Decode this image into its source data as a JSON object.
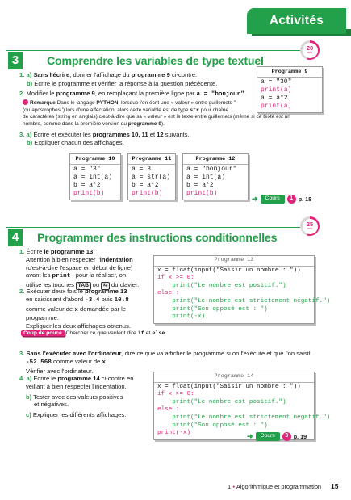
{
  "header": {
    "tab_label": "Activités"
  },
  "timers": [
    {
      "value": "20",
      "unit": "min"
    },
    {
      "value": "25",
      "unit": "min"
    }
  ],
  "section3": {
    "number": "3",
    "title": "Comprendre les variables de type textuel",
    "q1_num": "1.",
    "q1a_letter": "a)",
    "q1a_pre": "Sans l'écrire",
    "q1a_mid": ", donner l'affichage du ",
    "q1a_prog": "programme 9",
    "q1a_post": " ci-contre.",
    "q1b_letter": "b)",
    "q1b_text": "Écrire le programme et vérifier la réponse à la question précédente.",
    "q2_num": "2.",
    "q2_pre": "Modifier le ",
    "q2_prog": "programme 9",
    "q2_mid": ", en remplaçant la première ligne par ",
    "q2_code": "a = \"bonjour\"",
    "q2_post": ".",
    "remarque_label": "Remarque",
    "remarque_l1_pre": "Dans le langage ",
    "remarque_l1_python": "PYTHON",
    "remarque_l1_post": ", lorsque l'on écrit une « valeur » entre guillemets \"",
    "remarque_l1_code": "str",
    "remarque_l1_end": " pour chaîne",
    "remarque_l2": "(ou apostrophes ') lors d'une affectation, alors cette variable est de type",
    "remarque_l3": "de caractères (string en anglais) c'est-à-dire que sa « valeur » est le texte entre guillemets (même si ce texte est un",
    "remarque_l4_pre": "nombre, comme dans la première version du ",
    "remarque_l4_prog": "programme 9",
    "remarque_l4_post": ").",
    "q3_num": "3.",
    "q3a_letter": "a)",
    "q3a_pre": "Écrire et exécuter les ",
    "q3a_progs": "programmes 10, 11",
    "q3a_and": " et ",
    "q3a_prog12": "12",
    "q3a_post": " suivants.",
    "q3b_letter": "b)",
    "q3b_text": "Expliquer chacun des affichages.",
    "cours_label": "Cours",
    "cours_num": "1",
    "cours_page": "p. 18"
  },
  "programme9": {
    "title": "Programme 9",
    "lines": [
      "a = \"30\"",
      "print(a)",
      "a = a*2",
      "print(a)"
    ]
  },
  "programme10": {
    "title": "Programme 10",
    "lines": [
      "a = \"3\"",
      "a = int(a)",
      "b = a*2",
      "print(b)"
    ]
  },
  "programme11": {
    "title": "Programme 11",
    "lines": [
      "a = 3",
      "a = str(a)",
      "b = a*2",
      "print(b)"
    ]
  },
  "programme12": {
    "title": "Programme 12",
    "lines": [
      "a = \"bonjour\"",
      "a = int(a)",
      "b = a*2",
      "print(b)"
    ]
  },
  "section4": {
    "number": "4",
    "title": "Programmer des instructions conditionnelles",
    "q1_num": "1.",
    "q1_l1_pre": "Écrire ",
    "q1_l1_prog": "le programme 13",
    "q1_l1_post": ".",
    "q1_l2_pre": "Attention à bien respecter l'",
    "q1_l2_bold": "indentation",
    "q1_l3": "(c'est-à-dire l'espace en début de ligne)",
    "q1_l4_pre": "avant les ",
    "q1_l4_code": "print",
    "q1_l4_post": " : pour la réaliser, on",
    "q1_l5_pre": "utilise les touches ",
    "q1_l5_key1": "TAB",
    "q1_l5_mid": " ou ",
    "q1_l5_key2": "⇆",
    "q1_l5_post": " du clavier.",
    "q2_num": "2.",
    "q2_l1_pre": "Exécuter deux fois le ",
    "q2_l1_prog": "programme 13",
    "q2_l2_pre": "en saisissant d'abord ",
    "q2_l2_code1": "-3.4",
    "q2_l2_mid": " puis ",
    "q2_l2_code2": "10.8",
    "q2_l3_pre": "comme valeur de ",
    "q2_l3_code": "x",
    "q2_l3_post": " demandée par le",
    "q2_l4": "programme.",
    "q2_l5": "Expliquer les deux affichages obtenus.",
    "coup_label": "Coup de pouce",
    "coup_pre": " Chercher ce que veulent dire ",
    "coup_code1": "if",
    "coup_mid": " et ",
    "coup_code2": "else",
    "coup_post": ".",
    "q3_num": "3.",
    "q3_l1_bold": "Sans l'exécuter avec l'ordinateur",
    "q3_l1_post": ", dire ce que va afficher le programme si on l'exécute et que l'on saisit",
    "q3_l2_code": "-52.568",
    "q3_l2_pre": "comme valeur de ",
    "q3_l2_var": "x",
    "q3_l2_post": ".",
    "q3_l3": "Vérifier avec l'ordinateur.",
    "q4_num": "4.",
    "q4a_letter": "a)",
    "q4a_pre": "Écrire le ",
    "q4a_prog": "programme 14",
    "q4a_post": " ci-contre en",
    "q4a_l2": "veillant à bien respecter l'indentation.",
    "q4b_letter": "b)",
    "q4b_l1": "Tester avec des valeurs positives",
    "q4b_l2": "et négatives.",
    "q4c_letter": "c)",
    "q4c_text": "Expliquer les différents affichages.",
    "cours_label": "Cours",
    "cours_num": "3",
    "cours_page": "p. 19"
  },
  "programme13": {
    "title": "Programme 13",
    "lines": [
      "x = float(input(\"Saisir un nombre : \"))",
      "if x >= 0:",
      "    print(\"Le nombre est positif.\")",
      "else :",
      "    print(\"Le nombre est strictement négatif.\")",
      "    print(\"Son opposé est : \")",
      "    print(-x)"
    ]
  },
  "programme14": {
    "title": "Programme 14",
    "lines": [
      "x = float(input(\"Saisir un nombre : \"))",
      "if x >= 0:",
      "    print(\"Le nombre est positif.\")",
      "else :",
      "    print(\"Le nombre est strictement négatif.\")",
      "    print(\"Son opposé est : \")",
      "print(-x)"
    ]
  },
  "footer": {
    "chapter_num": "1",
    "separator": "●",
    "chapter_title": "Algorithmique et programmation",
    "page": "15"
  },
  "colors": {
    "accent_green": "#23a04a",
    "accent_pink": "#e1257a"
  }
}
